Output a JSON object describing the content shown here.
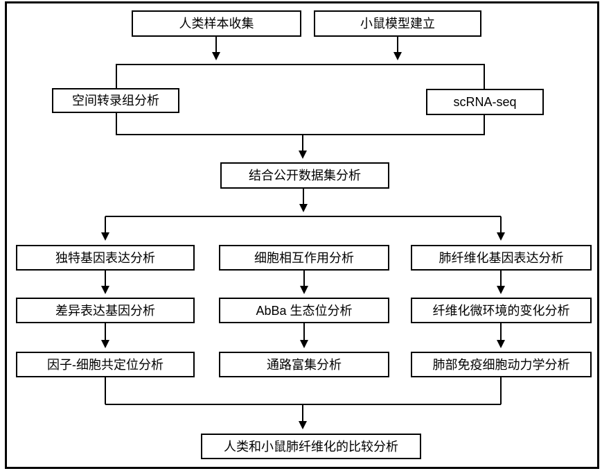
{
  "diagram": {
    "type": "flowchart",
    "colors": {
      "background": "#ffffff",
      "line": "#000000",
      "box_border": "#000000",
      "text": "#000000"
    },
    "nodes": {
      "human_sample": "人类样本收集",
      "mouse_model": "小鼠模型建立",
      "spatial_transcriptome": "空间转录组分析",
      "scrna_seq": "scRNA-seq",
      "public_dataset": "结合公开数据集分析",
      "unique_gene_expression": "独特基因表达分析",
      "differential_expression": "差异表达基因分析",
      "factor_cell_colocalization": "因子-细胞共定位分析",
      "cell_interaction": "细胞相互作用分析",
      "abba_niche": "AbBa 生态位分析",
      "pathway_enrichment": "通路富集分析",
      "fibrosis_gene_expression": "肺纤维化基因表达分析",
      "microenvironment_change": "纤维化微环境的变化分析",
      "immune_cell_dynamics": "肺部免疫细胞动力学分析",
      "comparison": "人类和小鼠肺纤维化的比较分析"
    }
  }
}
